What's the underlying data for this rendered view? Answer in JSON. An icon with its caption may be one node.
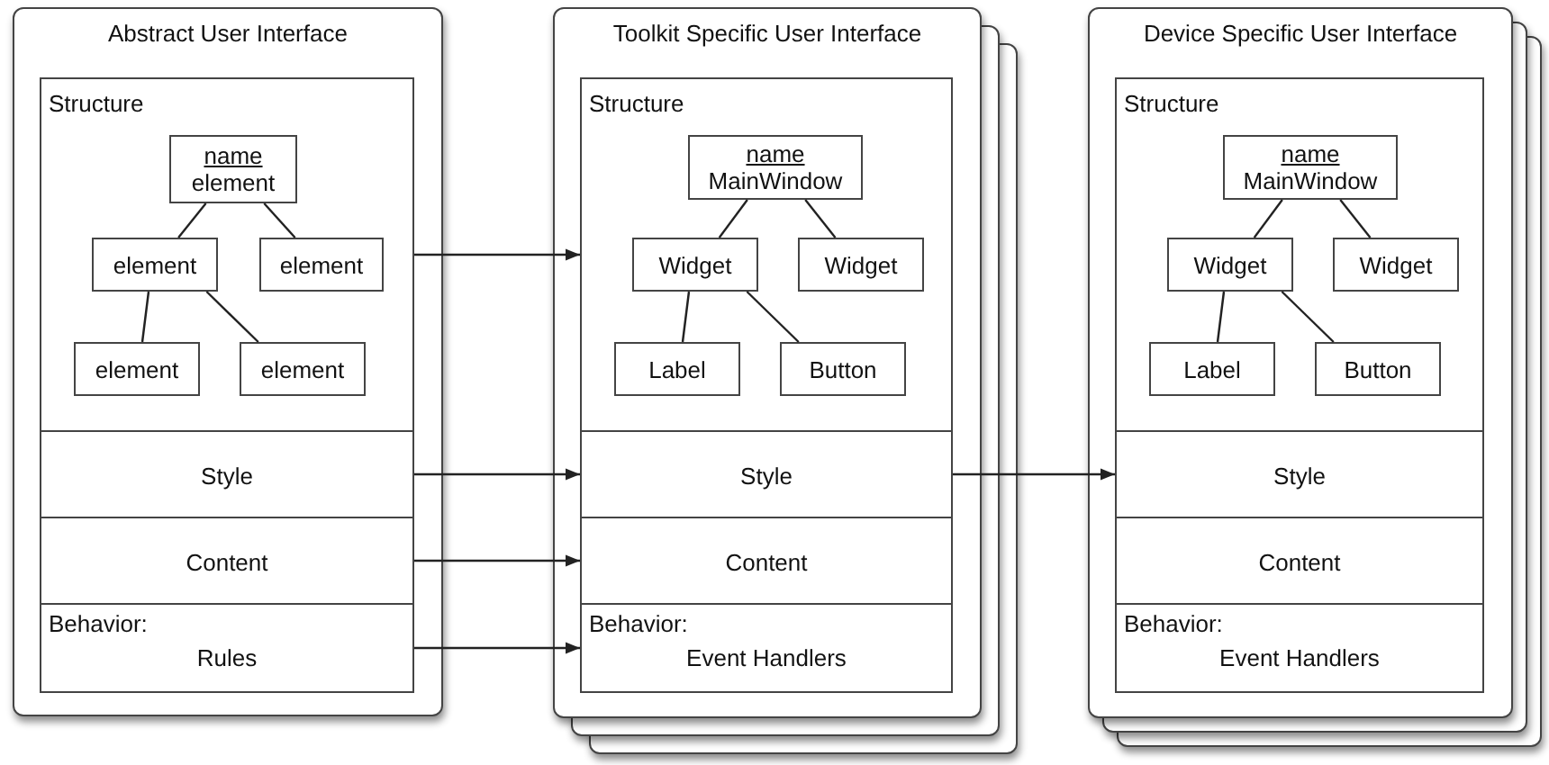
{
  "diagram": {
    "nodes": [
      {
        "text": [
          "Abstract User Interface"
        ]
      },
      {
        "text": [
          "Structure"
        ],
        "in": 0
      },
      {
        "text": [
          "name",
          "element"
        ],
        "in": 1
      },
      {
        "text": [
          "element"
        ],
        "in": 1
      },
      {
        "text": [
          "element"
        ],
        "in": 1
      },
      {
        "text": [
          "element"
        ],
        "in": 1
      },
      {
        "text": [
          "element"
        ],
        "in": 1
      },
      {
        "text": [
          "Style"
        ],
        "in": 0
      },
      {
        "text": [
          "Content"
        ],
        "in": 0
      },
      {
        "text": [
          "Behavior:",
          "Rules"
        ],
        "in": 0
      },
      {
        "text": [
          "Toolkit Specific User Interface"
        ]
      },
      {
        "text": [
          "Structure"
        ],
        "in": 10
      },
      {
        "text": [
          "name",
          "MainWindow"
        ],
        "in": 11
      },
      {
        "text": [
          "Widget"
        ],
        "in": 11
      },
      {
        "text": [
          "Widget"
        ],
        "in": 11
      },
      {
        "text": [
          "Label"
        ],
        "in": 11
      },
      {
        "text": [
          "Button"
        ],
        "in": 11
      },
      {
        "text": [
          "Style"
        ],
        "in": 10
      },
      {
        "text": [
          "Content"
        ],
        "in": 10
      },
      {
        "text": [
          "Behavior:",
          "Event Handlers"
        ],
        "in": 10
      },
      {
        "text": [
          "Device Specific User Interface"
        ]
      },
      {
        "text": [
          "Structure"
        ],
        "in": 20
      },
      {
        "text": [
          "name",
          "MainWindow"
        ],
        "in": 21
      },
      {
        "text": [
          "Widget"
        ],
        "in": 21
      },
      {
        "text": [
          "Widget"
        ],
        "in": 21
      },
      {
        "text": [
          "Label"
        ],
        "in": 21
      },
      {
        "text": [
          "Button"
        ],
        "in": 21
      },
      {
        "text": [
          "Style"
        ],
        "in": 20
      },
      {
        "text": [
          "Content"
        ],
        "in": 20
      },
      {
        "text": [
          "Behavior:",
          "Event Handlers"
        ],
        "in": 20
      }
    ],
    "edges": [
      {
        "from": 2,
        "to": 3,
        "arrow": "none"
      },
      {
        "from": 2,
        "to": 4,
        "arrow": "none"
      },
      {
        "from": 3,
        "to": 5,
        "arrow": "none"
      },
      {
        "from": 3,
        "to": 6,
        "arrow": "none"
      },
      {
        "from": 12,
        "to": 13,
        "arrow": "none"
      },
      {
        "from": 12,
        "to": 14,
        "arrow": "none"
      },
      {
        "from": 13,
        "to": 15,
        "arrow": "none"
      },
      {
        "from": 13,
        "to": 16,
        "arrow": "none"
      },
      {
        "from": 22,
        "to": 23,
        "arrow": "none"
      },
      {
        "from": 22,
        "to": 24,
        "arrow": "none"
      },
      {
        "from": 23,
        "to": 25,
        "arrow": "none"
      },
      {
        "from": 23,
        "to": 26,
        "arrow": "none"
      },
      {
        "from": 1,
        "to": 11,
        "arrow": "to"
      },
      {
        "from": 7,
        "to": 17,
        "arrow": "to"
      },
      {
        "from": 8,
        "to": 18,
        "arrow": "to"
      },
      {
        "from": 9,
        "to": 19,
        "arrow": "to"
      },
      {
        "from": 17,
        "to": 27,
        "arrow": "to"
      }
    ]
  }
}
